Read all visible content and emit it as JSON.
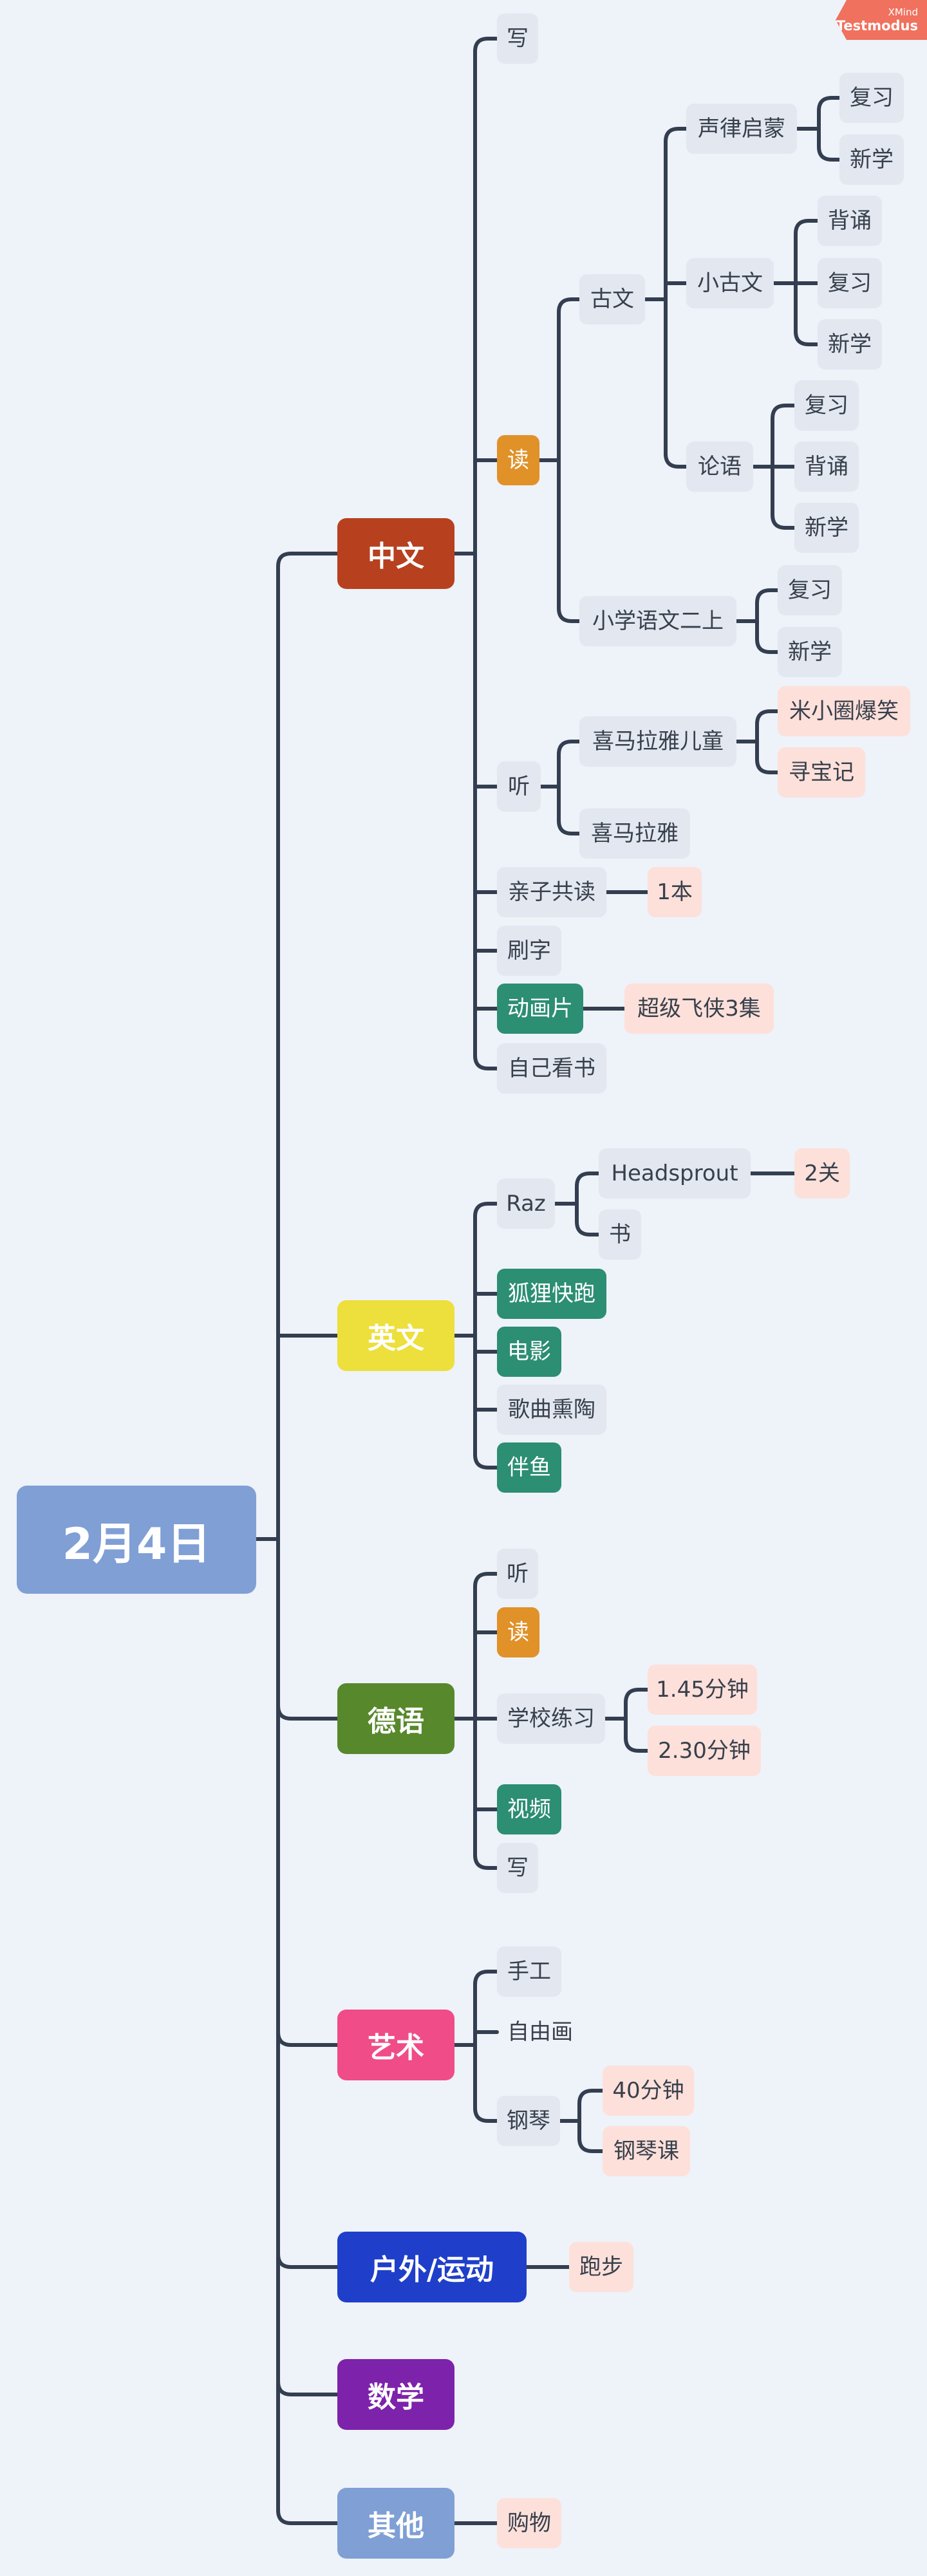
{
  "root": "2月4日",
  "watermark": {
    "brand": "XMind",
    "text": "Testmodus"
  },
  "branches": {
    "zhongwen": "中文",
    "yingwen": "英文",
    "deyu": "德语",
    "yishu": "艺术",
    "huwai": "户外/运动",
    "shuxue": "数学",
    "qita": "其他"
  },
  "zw": {
    "xie": "写",
    "du": "读",
    "guwen": "古文",
    "shenglv": "声律启蒙",
    "shenglv_fuxi": "复习",
    "shenglv_xinxue": "新学",
    "xiaoguwen": "小古文",
    "xg_beisong": "背诵",
    "xg_fuxi": "复习",
    "xg_xinxue": "新学",
    "lunyu": "论语",
    "ly_fuxi": "复习",
    "ly_beisong": "背诵",
    "ly_xinxue": "新学",
    "xiaoxue": "小学语文二上",
    "xx_fuxi": "复习",
    "xx_xinxue": "新学",
    "ting": "听",
    "ximalaya_child": "喜马拉雅儿童",
    "mixiaoquan": "米小圈爆笑",
    "xunbaoji": "寻宝记",
    "ximalaya": "喜马拉雅",
    "qinzi": "亲子共读",
    "qinzi_count": "1本",
    "shuazi": "刷字",
    "donghua": "动画片",
    "donghua_detail": "超级飞侠3集",
    "zijikan": "自己看书"
  },
  "yw": {
    "raz": "Raz",
    "headsprout": "Headsprout",
    "headsprout_count": "2关",
    "shu": "书",
    "huli": "狐狸快跑",
    "dianying": "电影",
    "gequ": "歌曲熏陶",
    "banyu": "伴鱼"
  },
  "dy": {
    "ting": "听",
    "du": "读",
    "xuexiao": "学校练习",
    "lianxi1": "1.45分钟",
    "lianxi2": "2.30分钟",
    "shipin": "视频",
    "xie": "写"
  },
  "ys": {
    "shougong": "手工",
    "ziyouhua": "自由画",
    "gangqin": "钢琴",
    "gq_time": "40分钟",
    "gq_ke": "钢琴课"
  },
  "hw": {
    "paobu": "跑步"
  },
  "qt": {
    "gouwu": "购物"
  },
  "colors": {
    "background": "#eef2f9",
    "root": "#7f9fd5",
    "connector": "#333e50",
    "topic": "#e2e7f0",
    "highlight": "#fde0da",
    "teal": "#2c8e73",
    "orange": "#e09128",
    "zhongwen": "#b7401f",
    "yingwen": "#eddf3c",
    "deyu": "#57882b",
    "yishu": "#ef4c88",
    "huwai": "#1f3fca",
    "shuxue": "#7d22aa",
    "qita": "#7f9fd5",
    "watermark": "#f0715e"
  }
}
